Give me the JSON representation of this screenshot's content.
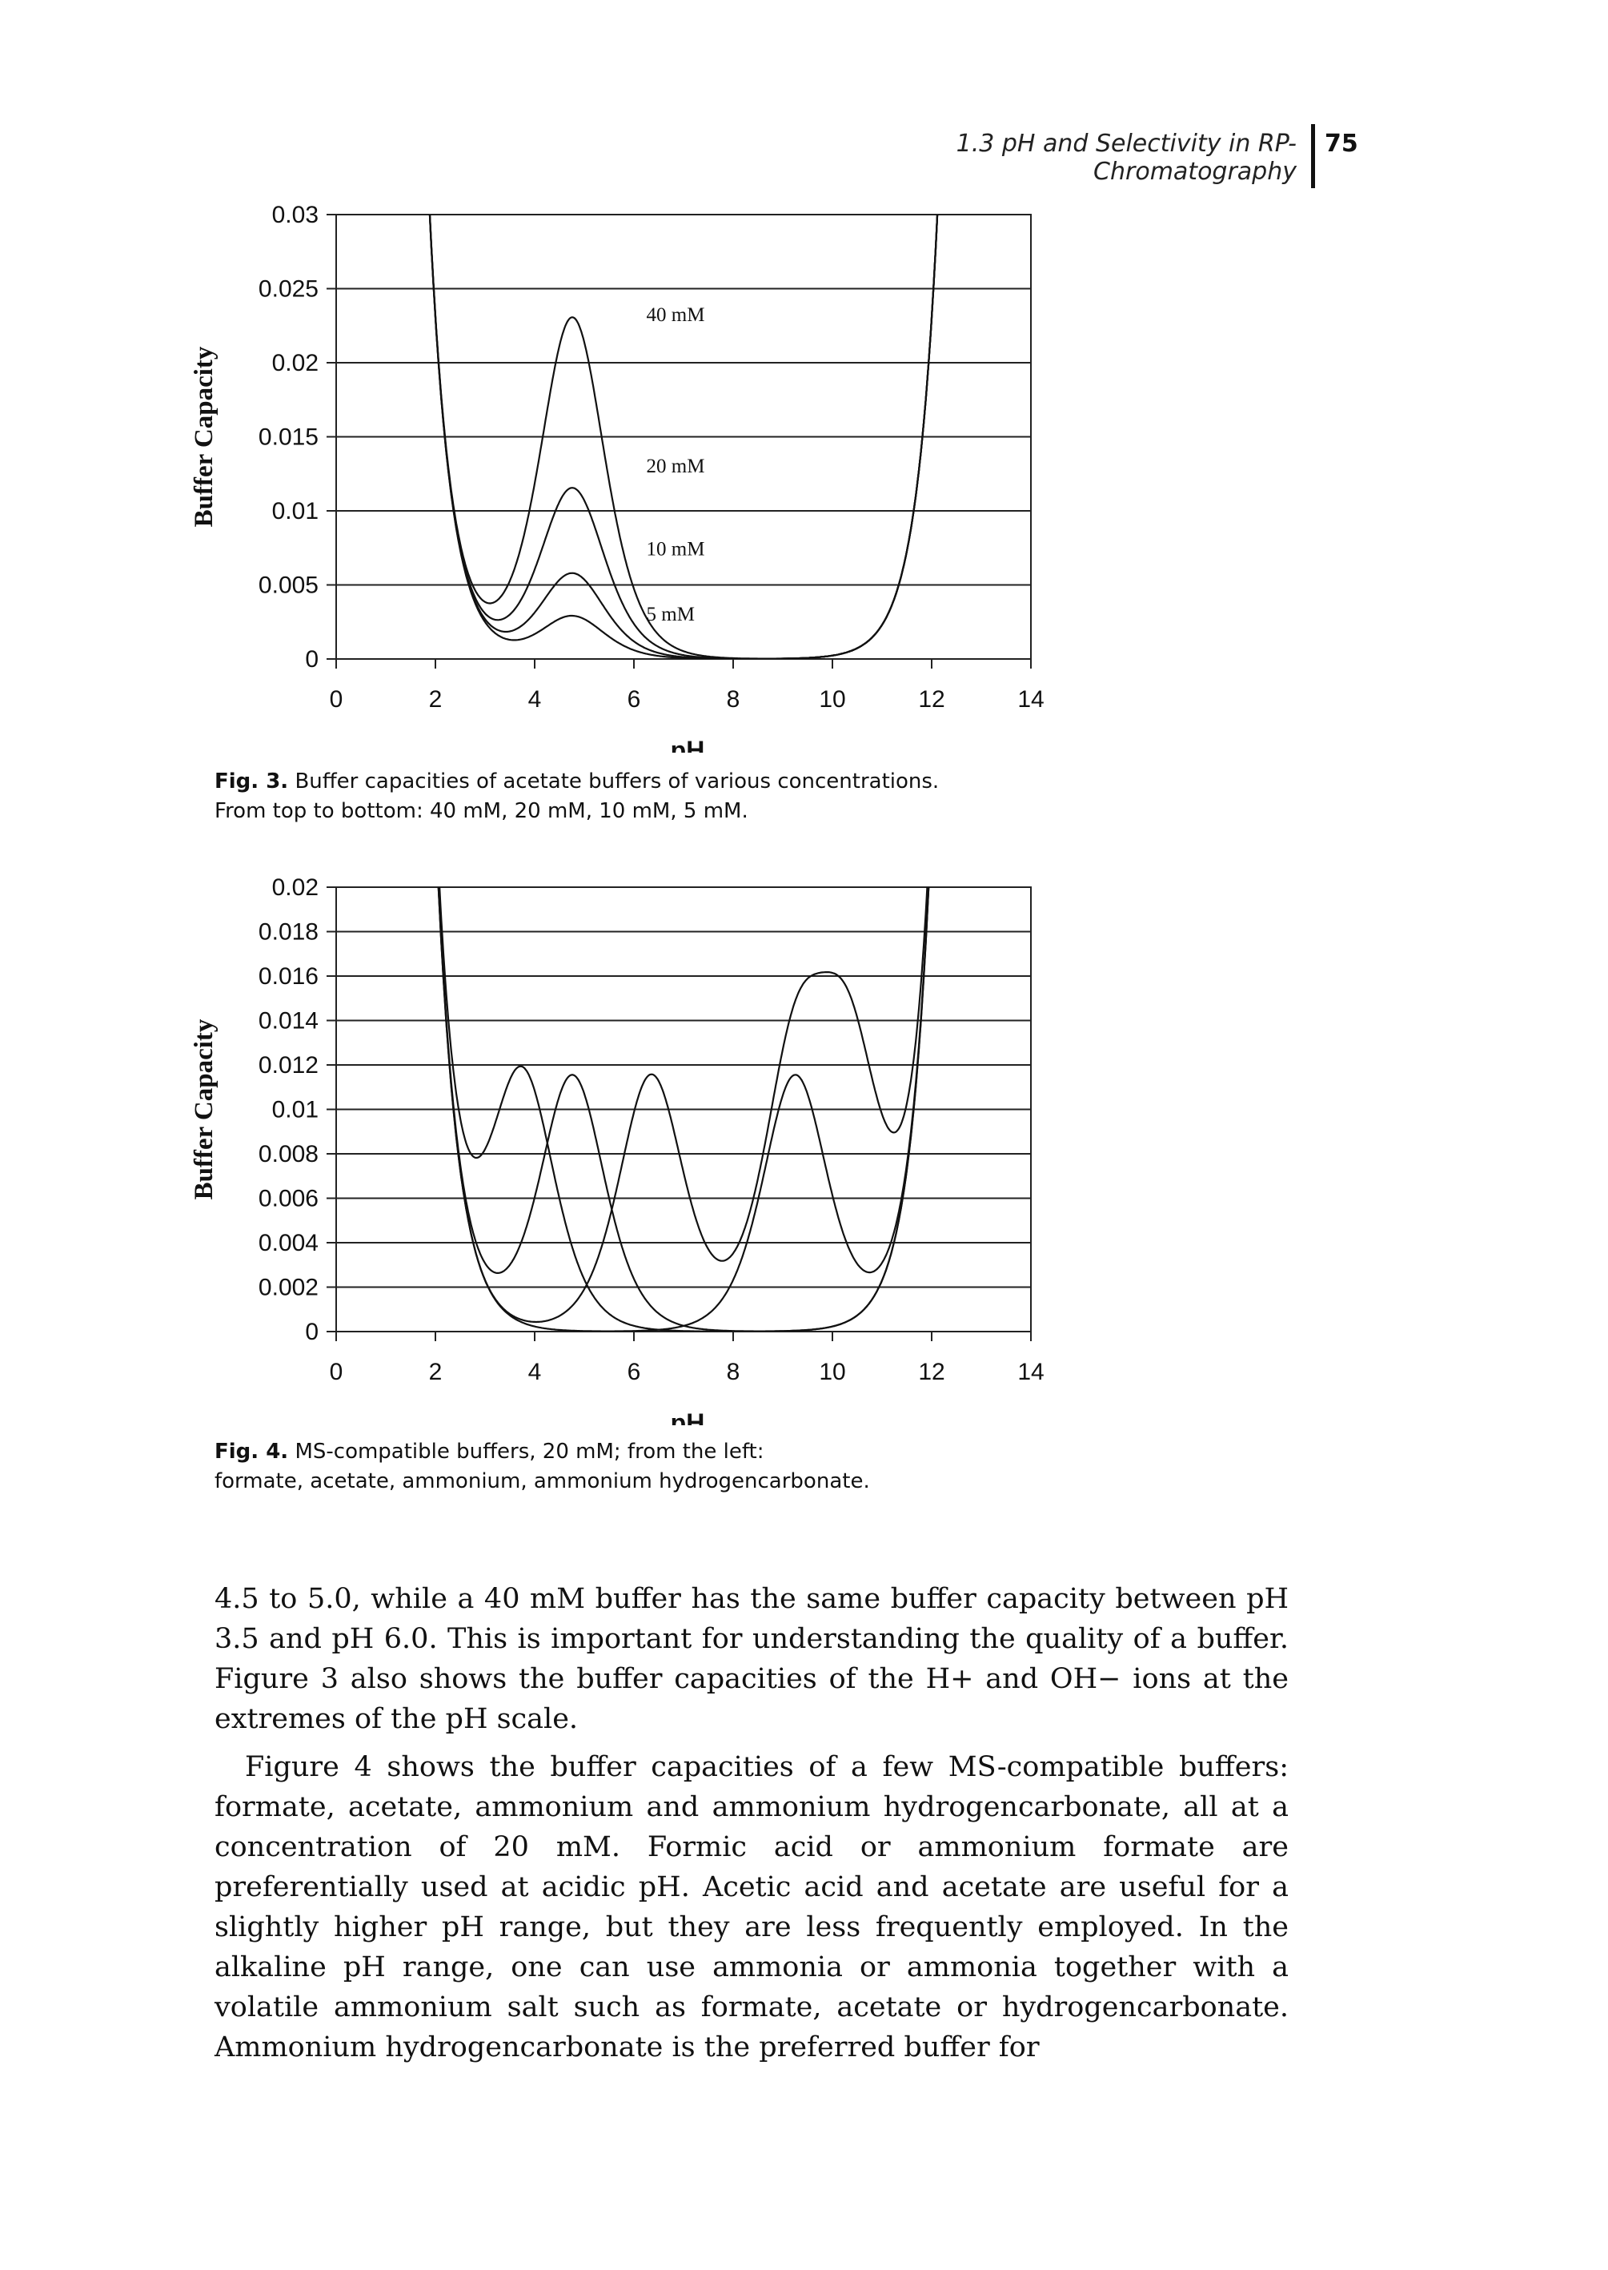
{
  "header": {
    "running_title": "1.3 pH and Selectivity in RP-Chromatography",
    "page_number": "75"
  },
  "figures": [
    {
      "caption_label": "Fig. 3.",
      "caption_line1": "Buffer capacities of acetate buffers of various concentrations.",
      "caption_line2": "From top to bottom: 40 mM, 20 mM, 10 mM, 5 mM."
    },
    {
      "caption_label": "Fig. 4.",
      "caption_line1": "MS-compatible buffers, 20 mM; from the left:",
      "caption_line2": "formate, acetate, ammonium, ammonium hydrogencarbonate."
    }
  ],
  "chart_data": [
    {
      "type": "line",
      "xlabel": "pH",
      "ylabel": "Buffer Capacity",
      "xlim": [
        0,
        14
      ],
      "ylim": [
        0,
        0.03
      ],
      "x_ticks": [
        "0",
        "2",
        "4",
        "6",
        "8",
        "10",
        "12",
        "14"
      ],
      "y_ticks": [
        "0",
        "0.005",
        "0.01",
        "0.015",
        "0.02",
        "0.025",
        "0.03"
      ],
      "grid": true,
      "annotations": [
        "40 mM",
        "20 mM",
        "10 mM",
        "5 mM"
      ],
      "series": [
        {
          "name": "40 mM",
          "pKa": 4.76,
          "concentration_M": 0.04
        },
        {
          "name": "20 mM",
          "pKa": 4.76,
          "concentration_M": 0.02
        },
        {
          "name": "10 mM",
          "pKa": 4.76,
          "concentration_M": 0.01
        },
        {
          "name": "5 mM",
          "pKa": 4.76,
          "concentration_M": 0.005
        }
      ]
    },
    {
      "type": "line",
      "xlabel": "pH",
      "ylabel": "Buffer Capacity",
      "xlim": [
        0,
        14
      ],
      "ylim": [
        0,
        0.02
      ],
      "x_ticks": [
        "0",
        "2",
        "4",
        "6",
        "8",
        "10",
        "12",
        "14"
      ],
      "y_ticks": [
        "0",
        "0.002",
        "0.004",
        "0.006",
        "0.008",
        "0.01",
        "0.012",
        "0.014",
        "0.016",
        "0.018",
        "0.02"
      ],
      "grid": true,
      "series": [
        {
          "pKa": [
            3.75
          ],
          "concentration_M": 0.02
        },
        {
          "pKa": [
            4.76
          ],
          "concentration_M": 0.02
        },
        {
          "pKa": [
            9.25
          ],
          "concentration_M": 0.02
        },
        {
          "pKa": [
            6.35,
            9.25,
            10.33
          ],
          "concentration_M": 0.02
        }
      ]
    }
  ],
  "body": {
    "paragraph1": "4.5 to 5.0, while a 40 mM buffer has the same buffer capacity between pH 3.5 and pH 6.0. This is important for understanding the quality of a buffer. Figure 3 also shows the buffer capacities of the H+ and OH− ions at the extremes of the pH scale.",
    "paragraph2": "Figure 4 shows the buffer capacities of a few MS-compatible buffers: formate, acetate, ammonium and ammonium hydrogencarbonate, all at a concentration of 20 mM. Formic acid or ammonium formate are preferentially used at acidic pH. Acetic acid and acetate are useful for a slightly higher pH range, but they are less frequently employed. In the alkaline pH range, one can use ammonia or ammonia together with a volatile ammonium salt such as formate, acetate or hydrogencarbonate. Ammonium hydrogencarbonate is the preferred buffer for"
  }
}
